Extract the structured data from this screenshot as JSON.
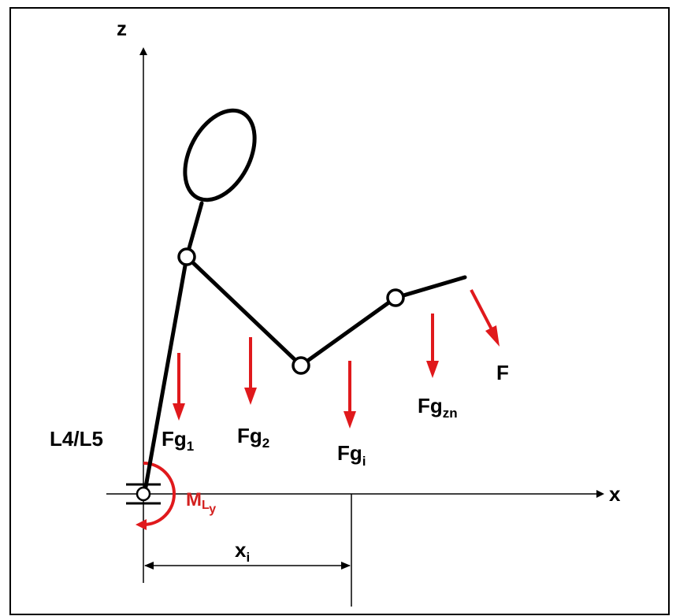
{
  "axes": {
    "z": "z",
    "x": "x"
  },
  "joint_label": "L4/L5",
  "moment": {
    "main": "M",
    "sub": "L",
    "subsub": "y"
  },
  "forces": [
    {
      "main": "Fg",
      "sub": "1"
    },
    {
      "main": "Fg",
      "sub": "2"
    },
    {
      "main": "Fg",
      "sub": "i"
    },
    {
      "main": "Fg",
      "sub": "zn"
    },
    {
      "main": "F",
      "sub": ""
    }
  ],
  "distance": {
    "main": "x",
    "sub": "i"
  },
  "colors": {
    "force": "#e0191c",
    "moment": "#d3201f",
    "line": "#000000"
  }
}
